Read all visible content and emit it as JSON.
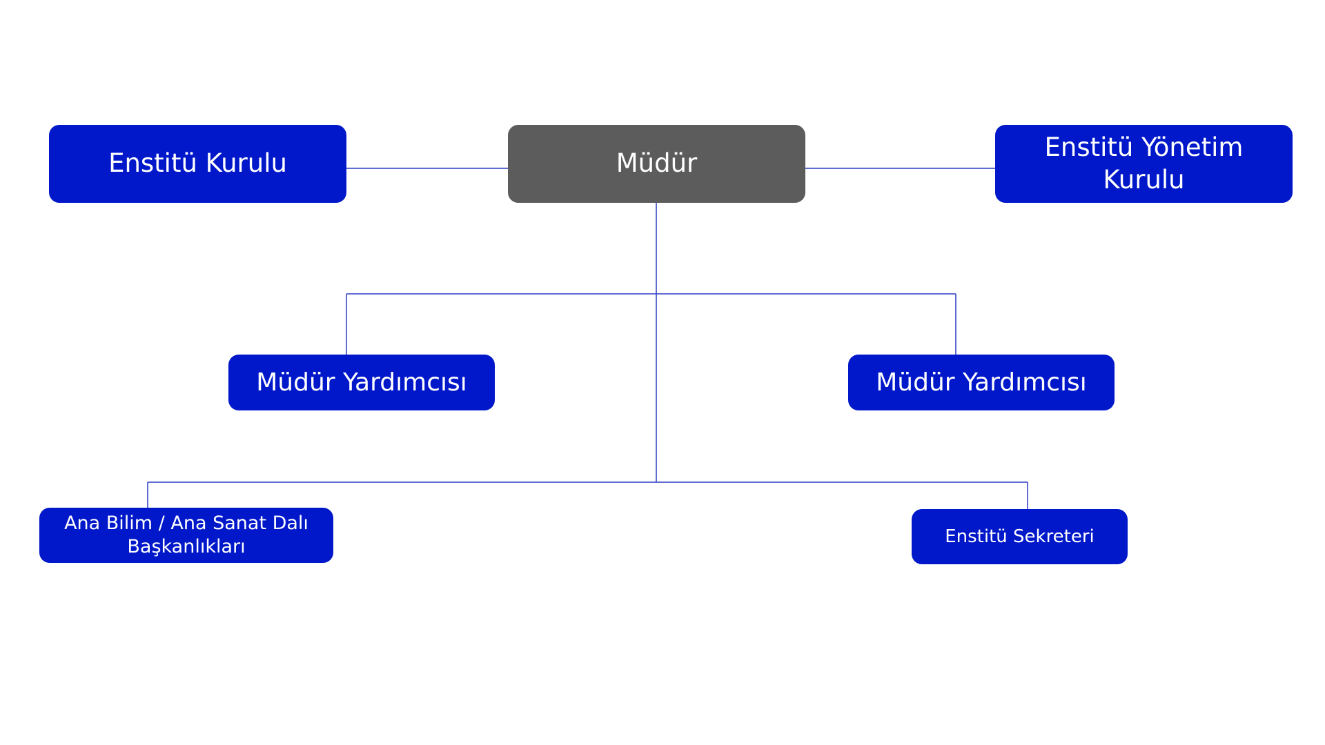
{
  "diagram": {
    "colors": {
      "box_primary": "#0018c9",
      "box_head": "#5c5c5c",
      "text": "#ffffff",
      "connector": "#2b3cc4"
    },
    "nodes": {
      "mudur": "Müdür",
      "enstitu_kurulu": "Enstitü Kurulu",
      "enstitu_yonetim_kurulu": "Enstitü Yönetim Kurulu",
      "mudur_yardimcisi_left": "Müdür Yardımcısı",
      "mudur_yardimcisi_right": "Müdür Yardımcısı",
      "ana_bilim_line1": "Ana Bilim / Ana Sanat Dalı",
      "ana_bilim_line2": "Başkanlıkları",
      "enstitu_sekreteri": "Enstitü Sekreteri"
    }
  }
}
